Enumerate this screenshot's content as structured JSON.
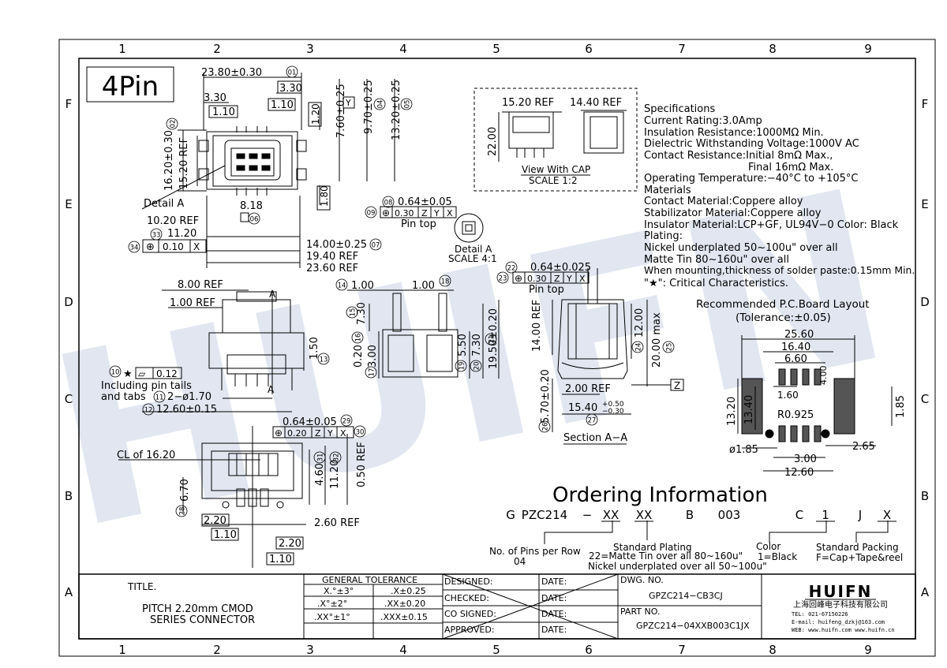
{
  "frame": {
    "col_numbers": [
      "1",
      "2",
      "3",
      "4",
      "5",
      "6",
      "7",
      "8",
      "9"
    ],
    "row_letters": [
      "F",
      "E",
      "D",
      "C",
      "B",
      "A"
    ]
  },
  "badge": "4Pin",
  "watermark": "HUIFN",
  "top_view": {
    "dims": [
      "23.80±0.30",
      "3.30",
      "3.30",
      "1.10",
      "1.10",
      "7.60±0.25",
      "9.70±0.25",
      "13.20±0.25",
      "1.20",
      "16.20±0.30",
      "15.20 REF",
      "1.80",
      "8.18",
      "10.20 REF",
      "11.20",
      "14.00±0.25",
      "19.40 REF",
      "23.60 REF"
    ],
    "balloons": [
      "01",
      "02",
      "04",
      "05",
      "06",
      "07",
      "33",
      "34"
    ],
    "gdt_box_y": "Y",
    "gdt_box_x": "X",
    "tol_010": "0.10",
    "detail_a": "Detail A"
  },
  "pin_top_1": {
    "dim": "0.64±0.05",
    "tol": "0.30",
    "z": "Z",
    "y": "Y",
    "x": "X",
    "label": "Pin top",
    "b1": "08",
    "b2": "09"
  },
  "detail_a_view": {
    "label": "Detail A",
    "scale": "SCALE 4:1"
  },
  "cap_view": {
    "w1": "15.20 REF",
    "w2": "14.40 REF",
    "h": "22.00",
    "label": "View With CAP",
    "scale": "SCALE 1:2"
  },
  "specs": [
    "Specifications",
    "Current Rating:3.0Amp",
    "Insulation Resistance:1000MΩ Min.",
    "Dielectric Withstanding Voltage:1000V AC",
    "Contact Resistance:Initial 8mΩ Max.,",
    "Final 16mΩ Max.",
    "Operating Temperature:−40°C to +105°C",
    "Materials",
    "Contact Material:Coppere alloy",
    "Stabilizator Material:Coppere alloy",
    "Insulator Material:LCP+GF, UL94V−0 Color: Black",
    "Plating:",
    "Nickel underplated 50~100u\" over all",
    "Matte Tin 80~160u\" over all",
    "When mounting,thickness of solder paste:0.15mm Min.",
    "\"★\": Critical Characteristics."
  ],
  "side_view": {
    "dims": [
      "8.00 REF",
      "1.00 REF",
      "1.50",
      "0.12",
      "2−ø1.70",
      "12.60±0.15"
    ],
    "note1": "Including pin tails",
    "note2": "and tabs",
    "a": "A",
    "b10": "10",
    "b11": "11",
    "b12": "12",
    "b13": "13"
  },
  "front_view": {
    "dims": [
      "1.00",
      "1.00",
      "7.30",
      "0.20",
      "3.00",
      "5.50",
      "7.30",
      "19.50±0.20"
    ],
    "balloons": [
      "14",
      "15",
      "16",
      "17",
      "18",
      "19",
      "20",
      "21"
    ]
  },
  "pin_top_2": {
    "dim": "0.64±0.025",
    "tol": "0.30",
    "z": "Z",
    "y": "Y",
    "x": "X",
    "label": "Pin top",
    "b1": "22",
    "b2": "23"
  },
  "section_aa": {
    "dims": [
      "14.00 REF",
      "12.00",
      "20.00 max",
      "2.00 REF",
      "15.40",
      "+0.50",
      "−0.30",
      "5.70±0.20"
    ],
    "z": "Z",
    "label": "Section A−A",
    "balloons": [
      "24",
      "25",
      "26",
      "27"
    ]
  },
  "bottom_view": {
    "dims": [
      "0.64±0.05",
      "0.20",
      "CL of 16.20",
      "4.60",
      "11.20",
      "0.50 REF",
      "6.70",
      "2.20",
      "1.10",
      "2.60 REF",
      "2.20",
      "1.10"
    ],
    "z": "Z",
    "y": "Y",
    "x": "X",
    "balloons": [
      "28",
      "29",
      "30",
      "31",
      "32"
    ]
  },
  "pcb_layout": {
    "title": "Recommended P.C.Board Layout",
    "tolerance": "(Tolerance:±0.05)",
    "dims": [
      "25.60",
      "16.40",
      "6.60",
      "4.00",
      "1.60",
      "13.40",
      "13.20",
      "R0.925",
      "1.85",
      "ø1.85",
      "2.65",
      "3.00",
      "12.60"
    ]
  },
  "ordering": {
    "title": "Ordering Information",
    "code": [
      "G",
      "PZC214",
      "−",
      "XX",
      "XX",
      "B",
      "003",
      "C",
      "1",
      "J",
      "X"
    ],
    "pins_label": "No. of Pins per Row",
    "pins_value": "04",
    "plating_label": "Standard Plating",
    "plating_22": "22=Matte Tin over all 80~160u\"",
    "plating_nickel": "Nickel underplated over all 50~100u\"",
    "color_label": "Color",
    "color_value": "1=Black",
    "packing_label": "Standard Packing",
    "packing_value": "F=Cap+Tape&reel"
  },
  "title_block": {
    "title_label": "TITLE.",
    "title_line1": "PITCH 2.20mm CMOD",
    "title_line2": "SERIES CONNECTOR",
    "tol_header": "GENERAL TOLERANCE",
    "tol_rows": [
      {
        "a": "X.°±3°",
        "b": ".X±0.25"
      },
      {
        "a": ".X°±2°",
        "b": ".XX±0.20"
      },
      {
        "a": ".XX°±1°",
        "b": ".XXX±0.15"
      }
    ],
    "sign_rows": [
      "DESIGNED:",
      "CHECKED:",
      "CO SIGNED:",
      "APPROVED:"
    ],
    "date_label": "DATE:",
    "dwg_label": "DWG. NO.",
    "dwg_no": "GPZC214−CB3CJ",
    "part_label": "PART NO.",
    "part_no": "GPZC214−04XXB003C1JX",
    "logo": "HUIFN",
    "company": "上海回峰电子科技有限公司",
    "tel": "TEL: 021-67150226",
    "email": "E-mail: huifeng_dzkj@163.com",
    "web": "WEB: www.huifn.com  www.huifn.cn"
  }
}
